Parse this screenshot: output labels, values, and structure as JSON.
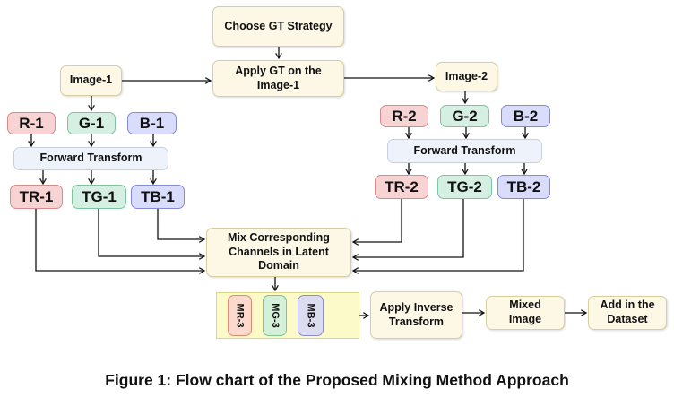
{
  "diagram": {
    "top": {
      "choose_gt": "Choose GT Strategy",
      "apply_gt": "Apply GT on the Image-1"
    },
    "branch1": {
      "image": "Image-1",
      "channels": [
        "R-1",
        "G-1",
        "B-1"
      ],
      "forward": "Forward Transform",
      "transformed": [
        "TR-1",
        "TG-1",
        "TB-1"
      ]
    },
    "branch2": {
      "image": "Image-2",
      "channels": [
        "R-2",
        "G-2",
        "B-2"
      ],
      "forward": "Forward Transform",
      "transformed": [
        "TR-2",
        "TG-2",
        "TB-2"
      ]
    },
    "mix": "Mix Corresponding Channels in Latent Domain",
    "mixed_channels": [
      "MR-3",
      "MG-3",
      "MB-3"
    ],
    "inverse": "Apply Inverse Transform",
    "mixed_image": "Mixed Image",
    "add_dataset": "Add in the Dataset",
    "colors": {
      "beige": "#fdf8e6",
      "red": "#f8d3d3",
      "green": "#d5efe2",
      "blue": "#d9dcfb",
      "holder": "#fbfac8"
    }
  },
  "caption": "Figure 1: Flow chart of the Proposed Mixing Method Approach"
}
